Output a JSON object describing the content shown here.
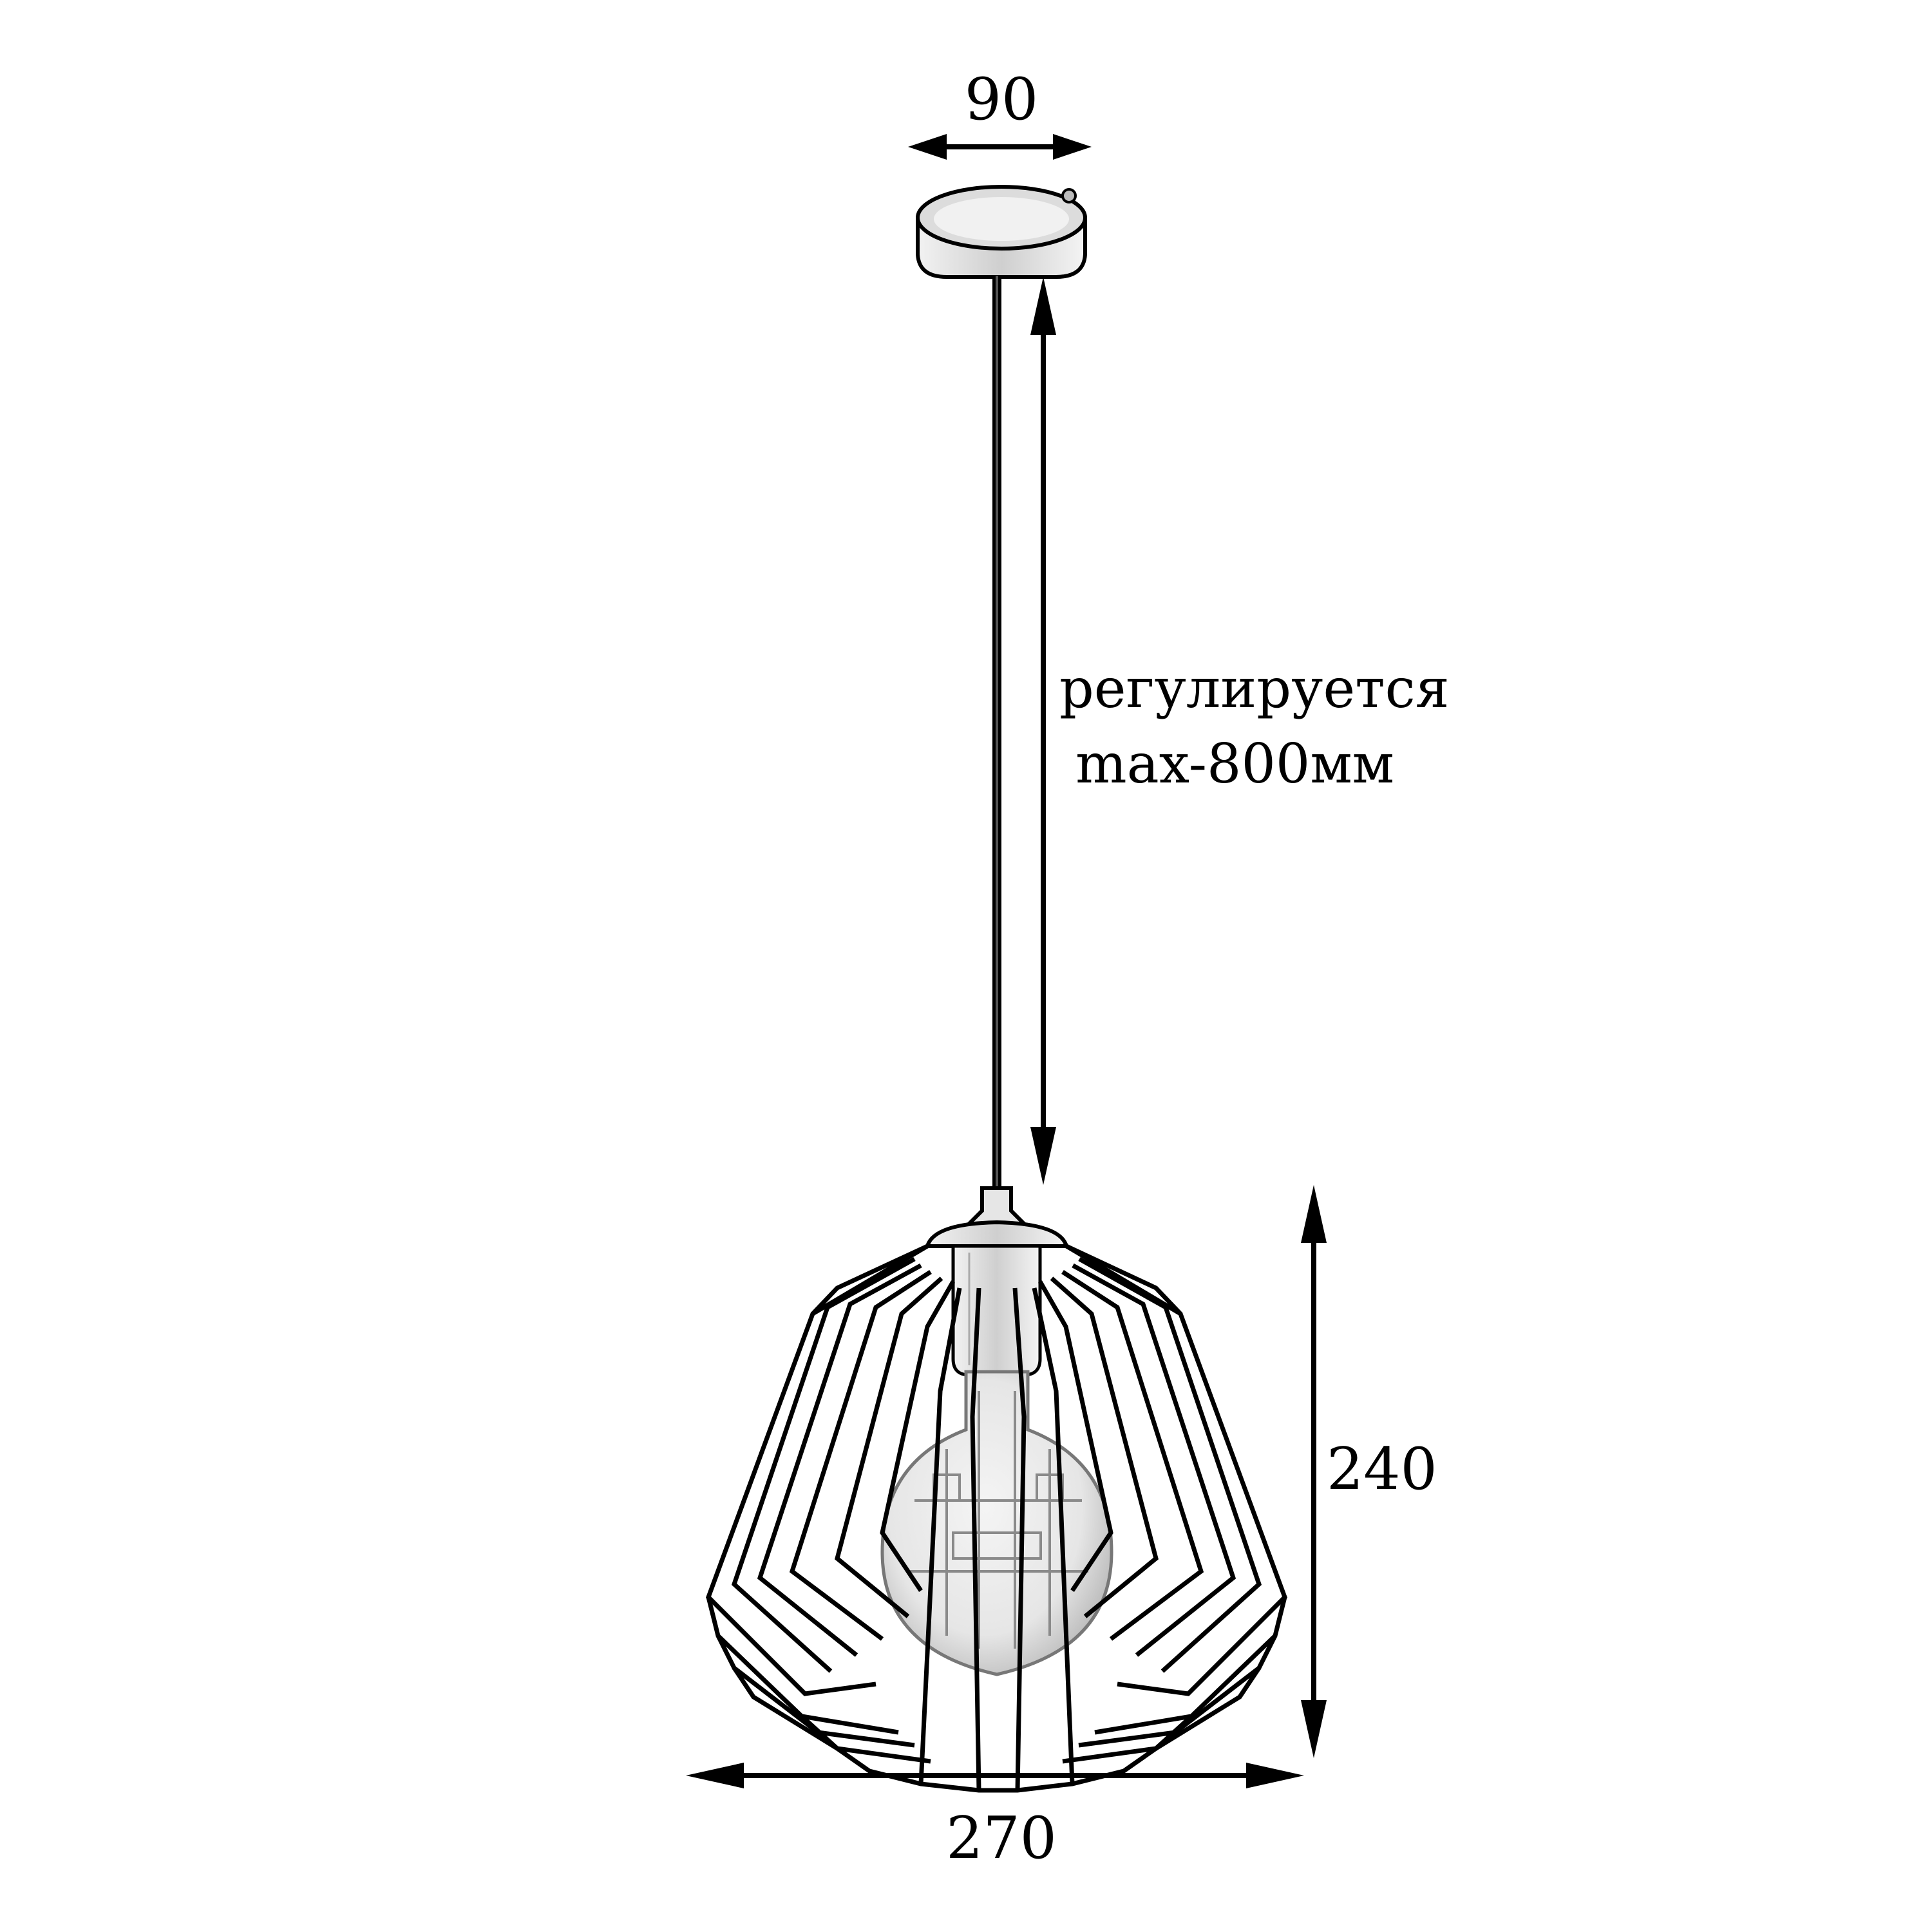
{
  "dimensions": {
    "canopy_width": "90",
    "adjustable_line1": "регулируется",
    "adjustable_line2": "max-800мм",
    "height": "240",
    "width": "270"
  },
  "colors": {
    "ink": "#000000",
    "metal": "#d8d8d8",
    "bulb": "#bdbdbd",
    "background": "#ffffff"
  }
}
